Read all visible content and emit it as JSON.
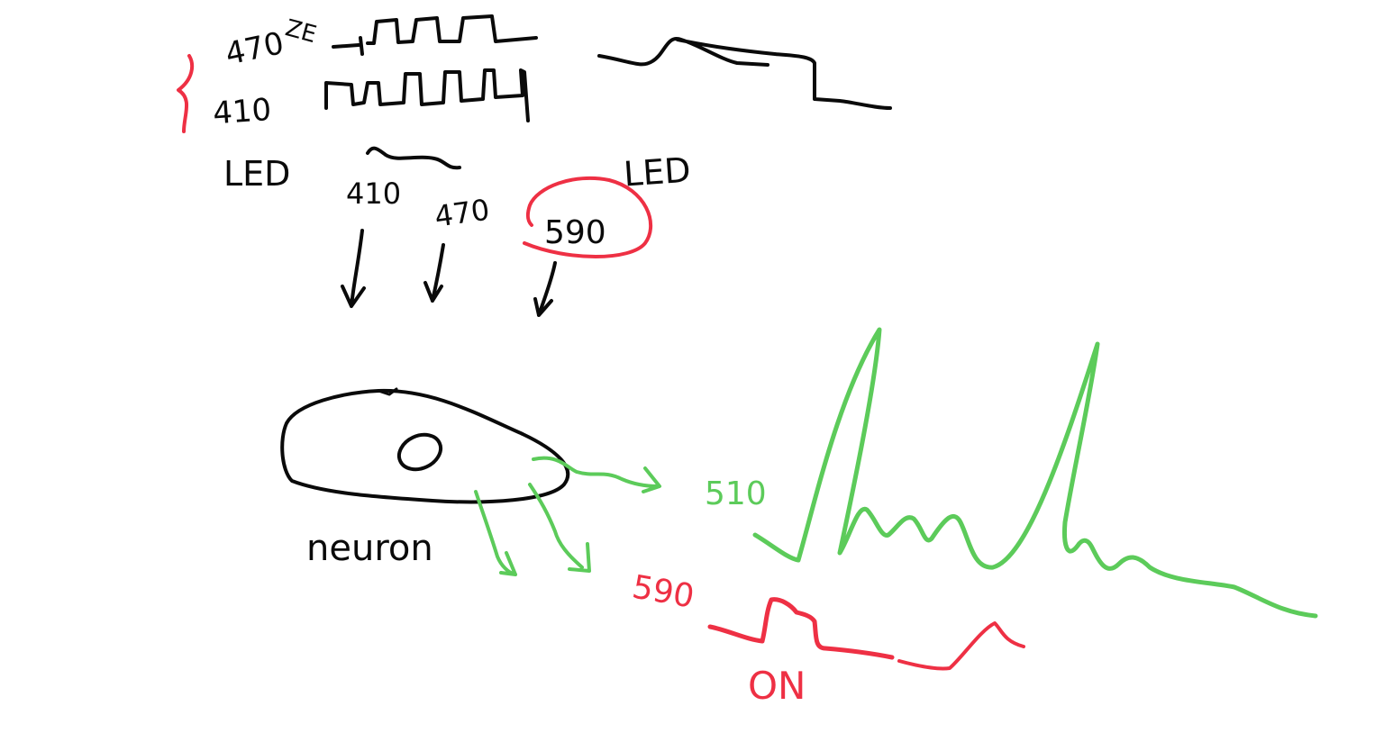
{
  "colors": {
    "background": "#ffffff",
    "ink_black": "#0a0a0a",
    "ink_green": "#5ccb5a",
    "ink_red": "#ee3044"
  },
  "labels": {
    "top_wave_470": "470",
    "top_wave_note": "ZE",
    "top_wave_410": "410",
    "led_left": "LED",
    "led_right": "LED",
    "wavelength_410": "410",
    "wavelength_470": "470",
    "wavelength_590": "590",
    "neuron": "neuron",
    "emission_510": "510",
    "emission_590": "590",
    "red_trace_on": "ON"
  }
}
